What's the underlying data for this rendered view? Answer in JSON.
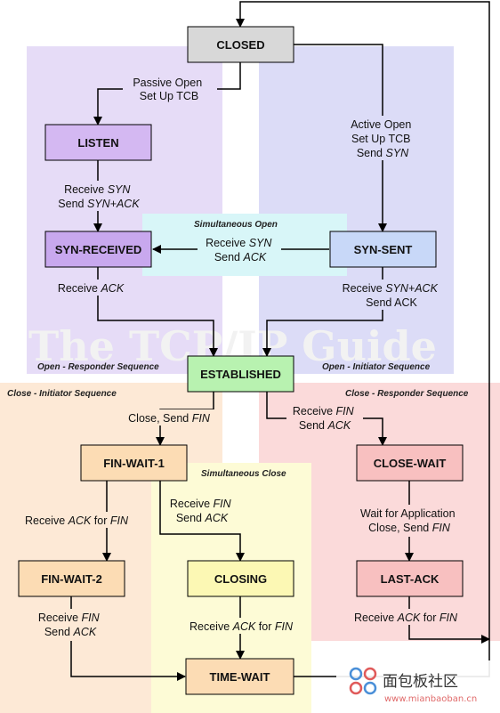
{
  "regions": {
    "open_responder": "Open - Responder Sequence",
    "open_initiator": "Open - Initiator Sequence",
    "close_initiator": "Close - Initiator Sequence",
    "close_responder": "Close - Responder Sequence",
    "simultaneous_open": "Simultaneous Open",
    "simultaneous_close": "Simultaneous Close"
  },
  "states": {
    "closed": "CLOSED",
    "listen": "LISTEN",
    "syn_received": "SYN-RECEIVED",
    "syn_sent": "SYN-SENT",
    "established": "ESTABLISHED",
    "fin_wait_1": "FIN-WAIT-1",
    "fin_wait_2": "FIN-WAIT-2",
    "closing": "CLOSING",
    "time_wait": "TIME-WAIT",
    "close_wait": "CLOSE-WAIT",
    "last_ack": "LAST-ACK"
  },
  "edges": {
    "passive_open_1": "Passive Open",
    "passive_open_2": "Set Up TCB",
    "active_open_1": "Active Open",
    "active_open_2": "Set Up TCB",
    "active_open_3a": "Send ",
    "active_open_3b": "SYN",
    "listen_1a": "Receive ",
    "listen_1b": "SYN",
    "listen_2a": "Send ",
    "listen_2b": "SYN+ACK",
    "simopen_1a": "Receive ",
    "simopen_1b": "SYN",
    "simopen_2a": "Send ",
    "simopen_2b": "ACK",
    "synrecv_1a": "Receive ",
    "synrecv_1b": "ACK",
    "synsent_1a": "Receive ",
    "synsent_1b": "SYN+ACK",
    "synsent_2": "Send ACK",
    "est_close_a": "Close, Send ",
    "est_close_b": "FIN",
    "est_recv_1a": "Receive ",
    "est_recv_1b": "FIN",
    "est_recv_2a": "Send ",
    "est_recv_2b": "ACK",
    "fw1_ack_a": "Receive ",
    "fw1_ack_b": "ACK",
    "fw1_ack_c": " for ",
    "fw1_ack_d": "FIN",
    "fw1_fin_1a": "Receive ",
    "fw1_fin_1b": "FIN",
    "fw1_fin_2a": "Send ",
    "fw1_fin_2b": "ACK",
    "fw2_1a": "Receive ",
    "fw2_1b": "FIN",
    "fw2_2a": "Send ",
    "fw2_2b": "ACK",
    "closing_a": "Receive ",
    "closing_b": "ACK",
    "closing_c": " for ",
    "closing_d": "FIN",
    "cw_1": "Wait for Application",
    "cw_2a": "Close, Send ",
    "cw_2b": "FIN",
    "lastack_a": "Receive ",
    "lastack_b": "ACK",
    "lastack_c": " for ",
    "lastack_d": "FIN"
  },
  "watermark": "The TCP/IP Guide",
  "brand": {
    "name": "面包板社区",
    "url": "www.mianbaoban.cn"
  },
  "colors": {
    "region_open_responder": "#e6dcf7",
    "region_open_initiator": "#dcdcf7",
    "region_simultaneous_open": "#d8f6f8",
    "region_close_initiator": "#fde9d6",
    "region_close_responder": "#fbdada",
    "region_simultaneous_close": "#fdfbd6",
    "state_closed": "#d8d8d8",
    "state_listen": "#d4b8f2",
    "state_syn_received": "#c8a8ee",
    "state_syn_sent": "#c8d8f8",
    "state_established": "#b8f2b0",
    "state_fin_wait": "#fcdcb4",
    "state_closing": "#fcf8b4",
    "state_time_wait": "#fcdcb4",
    "state_close_wait": "#f8c0c0",
    "state_last_ack": "#f8c0c0"
  }
}
